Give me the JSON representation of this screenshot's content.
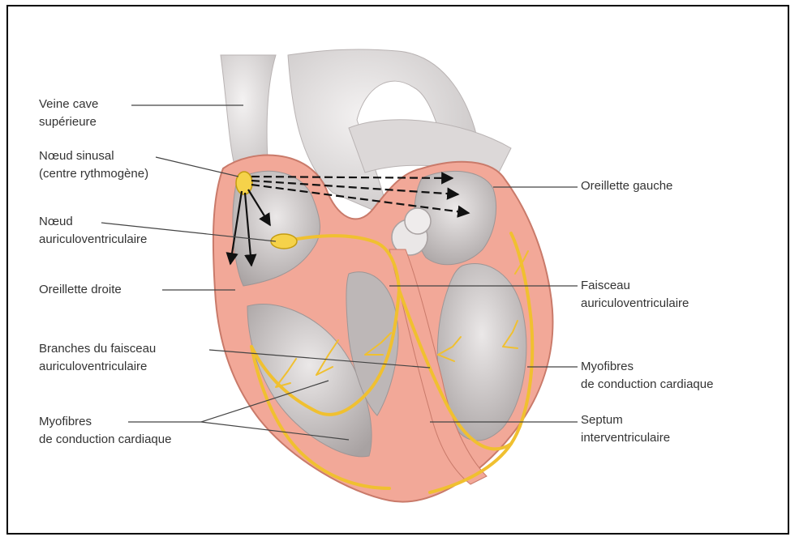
{
  "labels_left": {
    "vcs": [
      "Veine cave",
      "supérieure"
    ],
    "sinus": [
      "Nœud sinusal",
      "(centre rythmogène)"
    ],
    "av": [
      "Nœud",
      "auriculoventriculaire"
    ],
    "od": [
      "Oreillette droite"
    ],
    "branches": [
      "Branches du faisceau",
      "auriculoventriculaire"
    ],
    "myo": [
      "Myofibres",
      "de conduction cardiaque"
    ]
  },
  "labels_right": {
    "og": [
      "Oreillette gauche"
    ],
    "faisceau": [
      "Faisceau",
      "auriculoventriculaire"
    ],
    "myo": [
      "Myofibres",
      "de conduction cardiaque"
    ],
    "septum": [
      "Septum",
      "interventriculaire"
    ]
  },
  "colors": {
    "wall": "#f2a898",
    "wall_edge": "#c97a6a",
    "chamber": "#d9d6d6",
    "vessel": "#e6e3e3",
    "conduction": "#f0c030",
    "node": "#f5d24a",
    "line": "#444444"
  }
}
